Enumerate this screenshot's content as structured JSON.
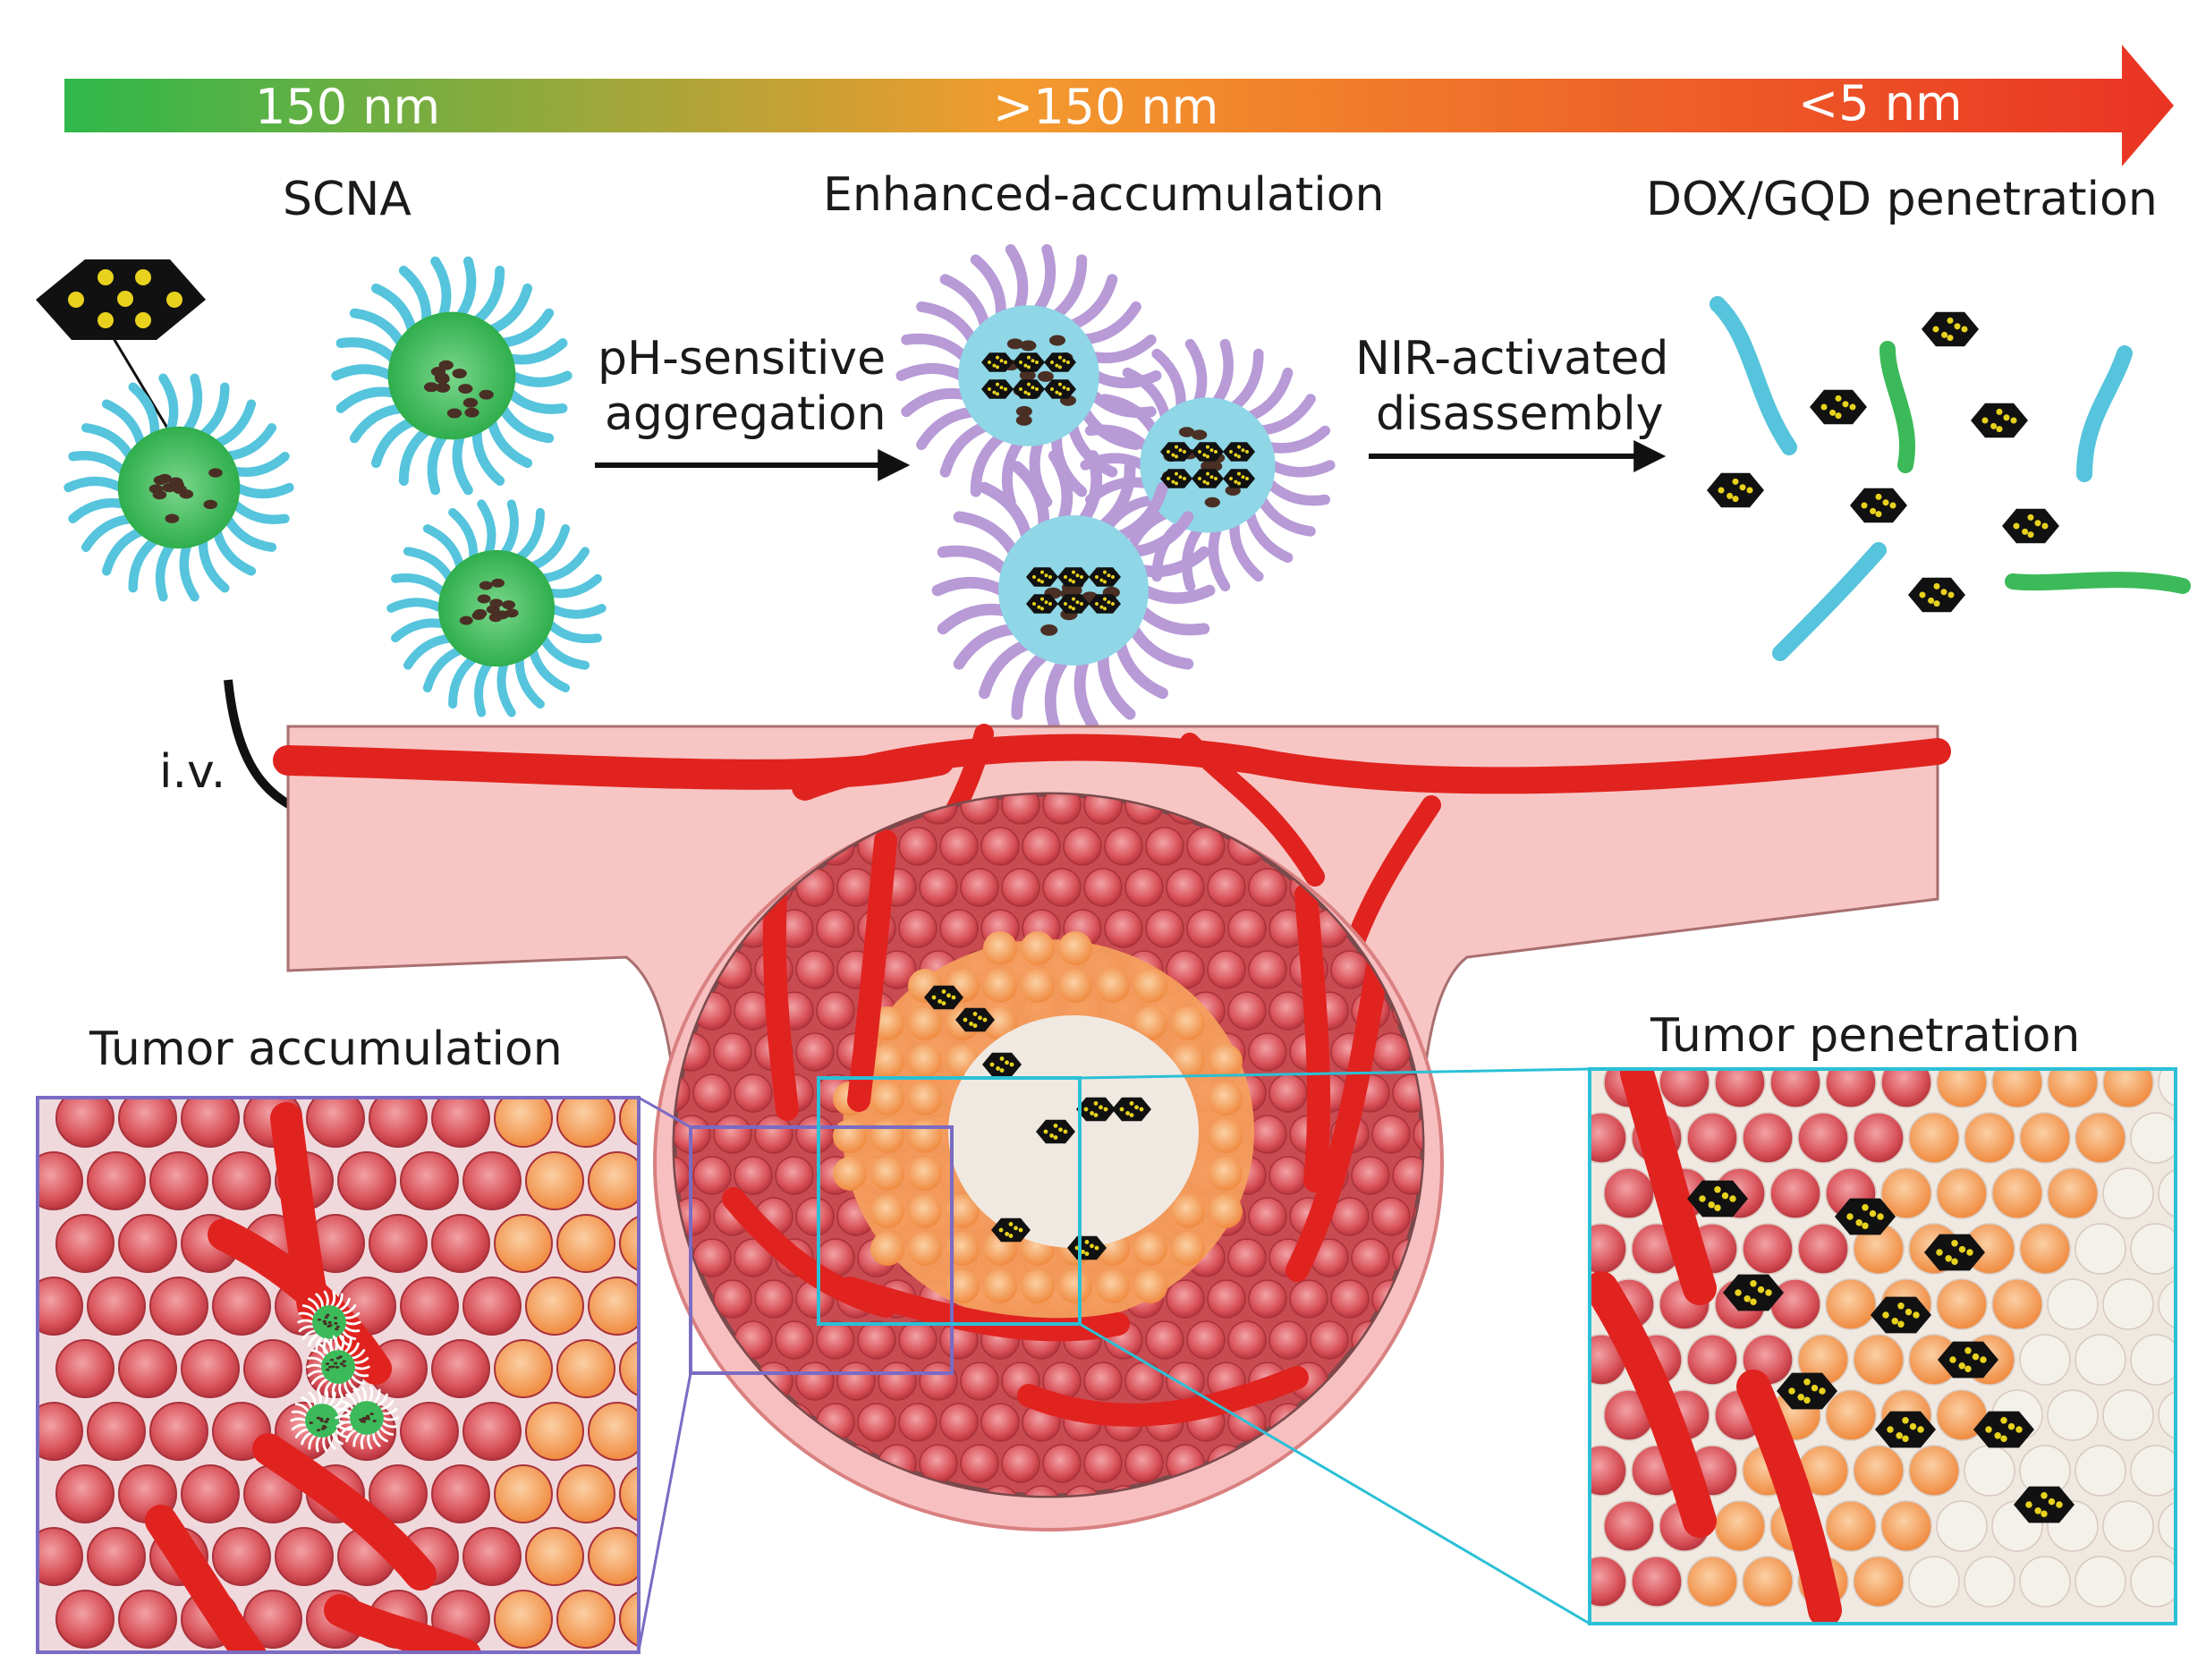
{
  "size_bar": {
    "label_small": "150 nm",
    "label_large": ">150 nm",
    "label_tiny": "<5 nm",
    "colors": [
      "#2fb84b",
      "#f39a2e",
      "#ea3323"
    ]
  },
  "stages": {
    "scna": "SCNA",
    "accumulation": "Enhanced-accumulation",
    "penetration": "DOX/GQD penetration"
  },
  "steps": {
    "aggregation_line1": "pH-sensitive",
    "aggregation_line2": "aggregation",
    "disassembly_line1": "NIR-activated",
    "disassembly_line2": "disassembly"
  },
  "injection": "i.v.",
  "insets": {
    "left_title": "Tumor accumulation",
    "right_title": "Tumor penetration"
  },
  "colors": {
    "vessel": "#e0231f",
    "tumor_cell": "#d9525a",
    "orange_cell": "#f5a05c",
    "necrotic": "#efe9e2",
    "micelle_core": "#3cba5a",
    "micelle_shell": "#55c4dc",
    "aggregate_shell": "#b79ad6",
    "inset_left_border": "#7a6bc4",
    "inset_right_border": "#2bc0d6"
  }
}
